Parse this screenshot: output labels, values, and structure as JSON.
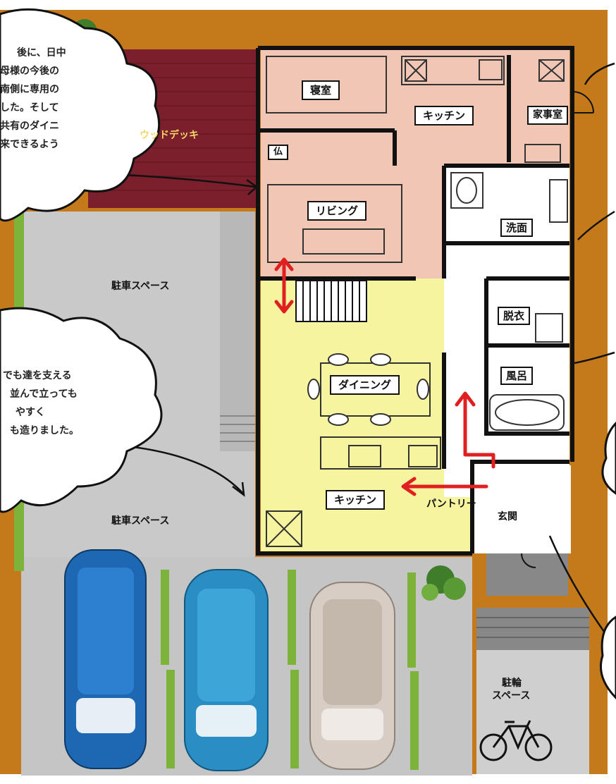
{
  "colors": {
    "outer_ground": "#c47a1a",
    "deck": "#7a1f2b",
    "parking": "#c8c8c8",
    "rooms_pink": "#f1c6b5",
    "rooms_yellow": "#f7f4a0",
    "walls": "#111111",
    "arrow": "#e02020",
    "hedge": "#7db33a",
    "car_blue": "#1d67b3",
    "car_teal": "#2a8ec4",
    "car_silver": "#d7cdc4"
  },
  "rooms": {
    "bedroom": "寝室",
    "kitchen_upper": "キッチン",
    "housework": "家事室",
    "altar": "仏",
    "living": "リビング",
    "washroom": "洗面",
    "dressing": "脱衣",
    "bath": "風呂",
    "dining": "ダイニング",
    "kitchen_lower": "キッチン",
    "pantry": "パントリー",
    "entrance": "玄関"
  },
  "site": {
    "deck": "ウッドデッキ",
    "parking_upper": "駐車スペース",
    "parking_lower": "駐車スペース",
    "bicycle_line1": "駐輪",
    "bicycle_line2": "スペース"
  },
  "bubbles": {
    "top_left": [
      "後に、日中",
      "母様の今後の",
      "南側に専用の",
      "した。そして",
      "共有のダイニ",
      "来できるよう"
    ],
    "middle_left": [
      "でも達を支える",
      "並んで立っても",
      "やすく",
      "も造りました。"
    ]
  },
  "icons": [
    "tree-icon",
    "bicycle-icon",
    "car-icon",
    "red-arrow-icon",
    "door-swing-icon"
  ]
}
